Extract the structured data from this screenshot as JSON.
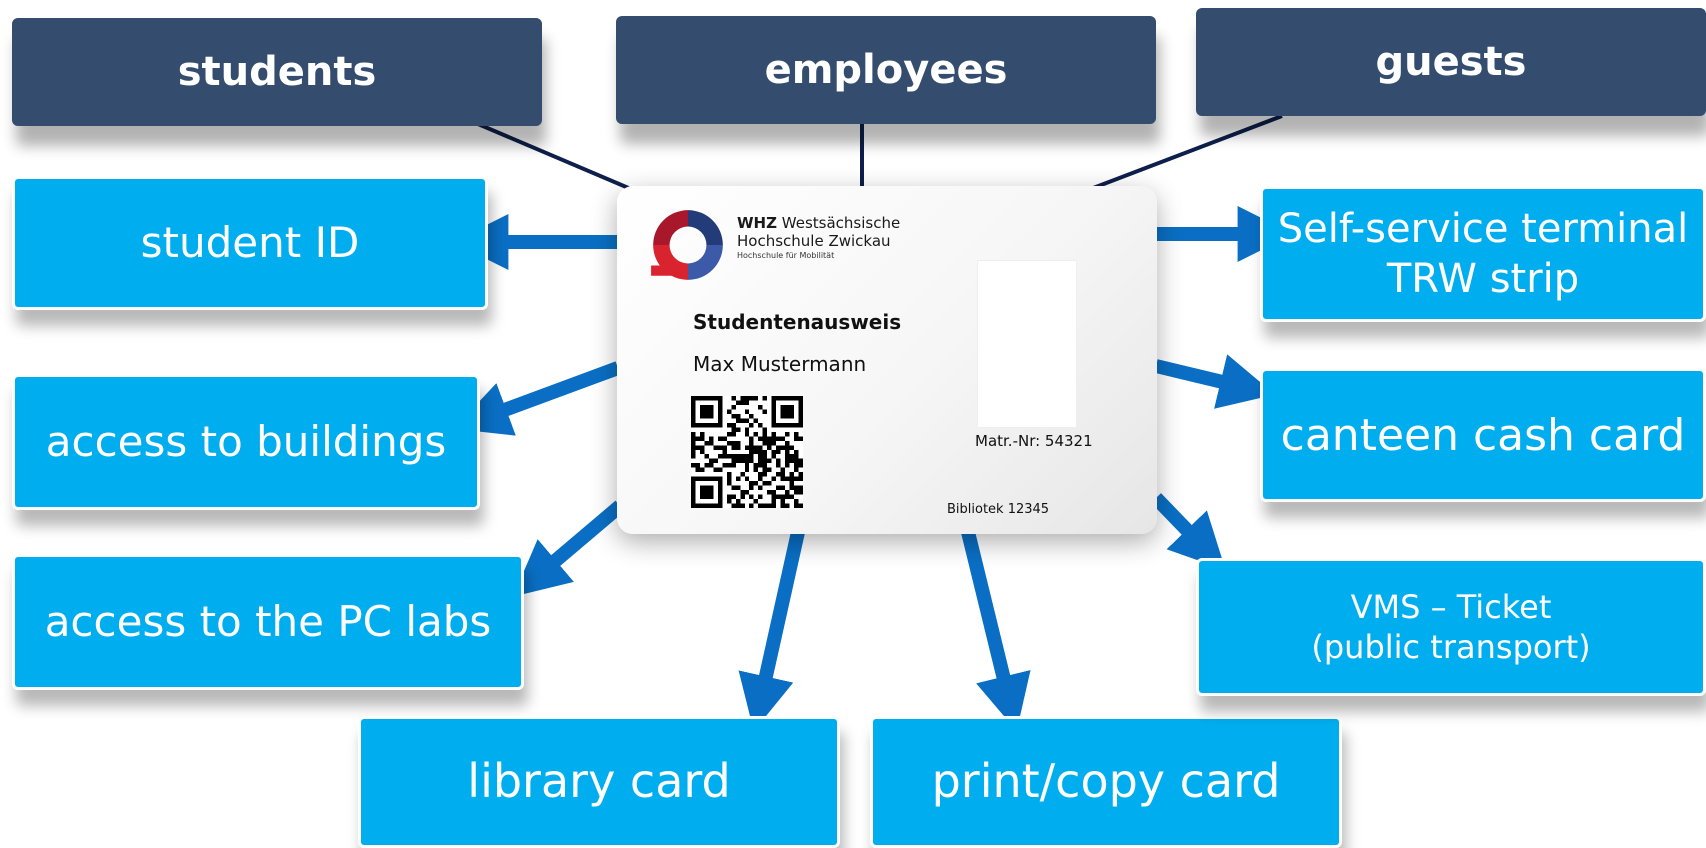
{
  "groups": {
    "students": "students",
    "employees": "employees",
    "guests": "guests"
  },
  "card": {
    "org_short": "WHZ",
    "org_line1_rest": "Westsächsische",
    "org_line2": "Hochschule Zwickau",
    "org_line3": "Hochschule für Mobilität",
    "card_type": "Studentenausweis",
    "holder_name": "Max Mustermann",
    "matriculation": "Matr.-Nr: 54321",
    "library": "Bibliotek 12345"
  },
  "services": {
    "student_id": "student ID",
    "access_buildings": "access to buildings",
    "access_pc_labs": "access to the PC labs",
    "library_card": "library card",
    "print_copy_card": "print/copy card",
    "self_service_line1": "Self-service terminal",
    "self_service_line2": "TRW strip",
    "canteen_cash_card": "canteen cash card",
    "vms_line1": "VMS – Ticket",
    "vms_line2": "(public transport)"
  },
  "colors": {
    "group_box": "#344d6f",
    "service_box": "#00aeef",
    "arrow": "#0a6fc4",
    "connector": "#0d1f4a",
    "logo_red": "#d9232e",
    "logo_navy": "#233b78"
  }
}
